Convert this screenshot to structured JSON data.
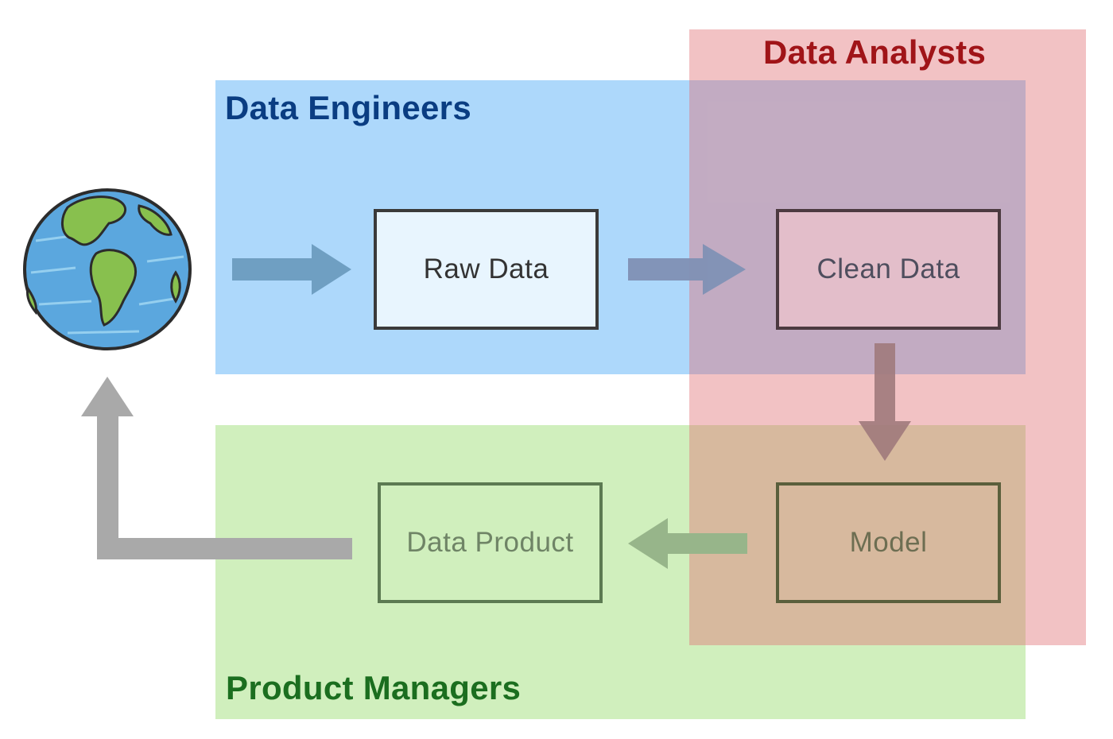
{
  "regions": {
    "data_engineers": "Data Engineers",
    "data_analysts": "Data Analysts",
    "product_managers": "Product Managers"
  },
  "stages": {
    "raw_data": "Raw Data",
    "clean_data": "Clean Data",
    "model": "Model",
    "data_product": "Data Product"
  },
  "icons": {
    "world": "globe-icon",
    "flow": "arrow-icon"
  },
  "colors": {
    "engineers_fill": "#96cdfa",
    "engineers_text": "#0a3d82",
    "analysts_fill": "#e16e73",
    "analysts_text": "#a01418",
    "product_fill": "#c3ebaa",
    "product_text": "#1b6e1f",
    "arrow_blue": "#6f9fc2",
    "arrow_gray": "#a9a9a9"
  }
}
